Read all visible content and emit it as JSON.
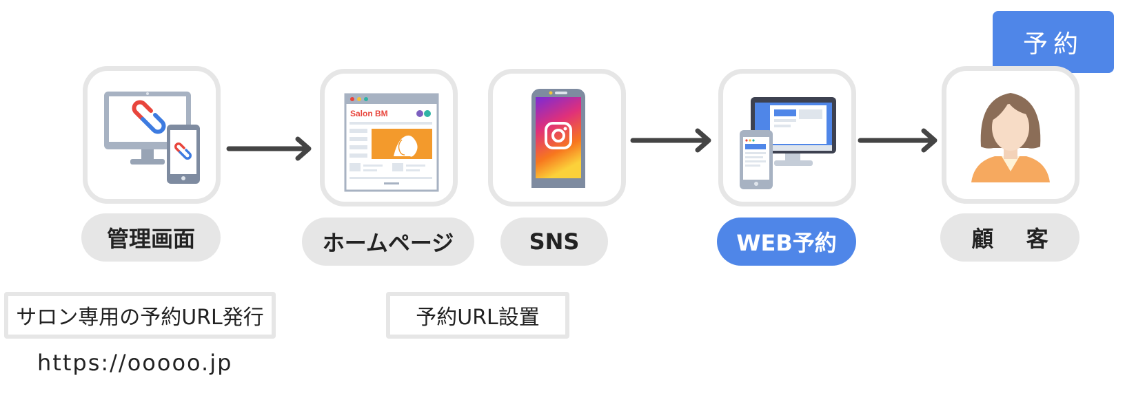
{
  "bubble": {
    "label": "予約"
  },
  "nodes": [
    {
      "id": "admin",
      "label": "管理画面"
    },
    {
      "id": "homepage",
      "label": "ホームページ",
      "site_name": "Salon BM"
    },
    {
      "id": "sns",
      "label": "SNS"
    },
    {
      "id": "web",
      "label": "WEB予約",
      "active": true
    },
    {
      "id": "customer",
      "label": "顧 客"
    }
  ],
  "notes": {
    "issue": "サロン専用の予約URL発行",
    "issue_url": "https://ooooo.jp",
    "setup": "予約URL設置"
  },
  "colors": {
    "card_border": "#e6e6e6",
    "pill_bg": "#e6e6e6",
    "accent_blue": "#4f86e8",
    "arrow": "#444444",
    "logo_red": "#e8453c",
    "logo_blue": "#3d7be0",
    "homepage_orange": "#f39a2c",
    "customer_shirt": "#f6a95f"
  }
}
